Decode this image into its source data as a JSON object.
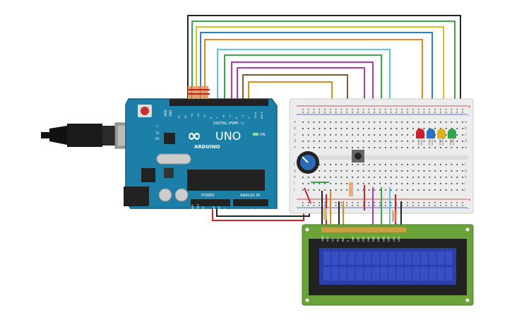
{
  "board": {
    "brand_symbol": "∞",
    "model": "UNO",
    "brand": "ARDUINO",
    "on_label": "ON",
    "digital_header": "DIGITAL (PWM ~)",
    "power_header": "POWER",
    "analog_header": "ANALOG IN",
    "aref_label": "AREF",
    "gnd_label": "GND",
    "tx_label": "TX",
    "rx_label": "RX",
    "l_label": "L",
    "digital_pins": [
      "13",
      "12",
      "~11",
      "~10",
      "~9",
      "8",
      "7",
      "~6",
      "~5",
      "4",
      "~3",
      "2",
      "TX→1",
      "RX←0"
    ],
    "power_pins": [
      "IOREF",
      "RESET",
      "3.3V",
      "5V",
      "GND",
      "GND",
      "Vin"
    ],
    "analog_pins": [
      "A0",
      "A1",
      "A2",
      "A3",
      "A4",
      "A5"
    ]
  },
  "breadboard": {
    "row_labels": [
      "a",
      "b",
      "c",
      "d",
      "e",
      "f",
      "g",
      "h",
      "i",
      "j"
    ],
    "rail_plus": "+",
    "rail_minus": "-",
    "column_count": 30
  },
  "lcd": {
    "pin_labels": [
      "GND",
      "VCC",
      "V0",
      "RS",
      "RW",
      "E",
      "DB0",
      "DB1",
      "DB2",
      "DB3",
      "DB4",
      "DB5",
      "DB6",
      "DB7",
      "LED",
      "LED"
    ]
  },
  "colors": {
    "board_blue": "#1b7fa8",
    "led_red": "#d0202a",
    "led_blue": "#2a70c8",
    "led_yellow": "#e0b020",
    "led_green": "#2aa84a",
    "lcd_green": "#6aa33a",
    "lcd_screen": "#2c3fa8"
  }
}
